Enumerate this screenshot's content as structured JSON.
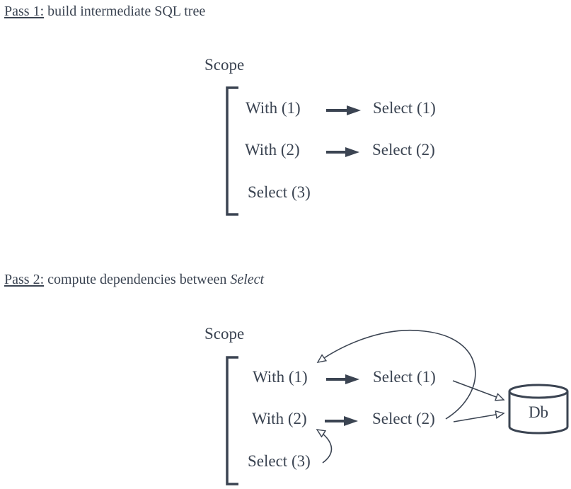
{
  "pass1": {
    "prefix": "Pass 1:",
    "text": " build intermediate SQL tree",
    "scope": "Scope",
    "with1": "With (1)",
    "select1": "Select (1)",
    "with2": "With (2)",
    "select2": "Select (2)",
    "select3": "Select (3)"
  },
  "pass2": {
    "prefix": "Pass 2:",
    "text": " compute dependencies between ",
    "emph": "Select",
    "scope": "Scope",
    "with1": "With (1)",
    "select1": "Select (1)",
    "with2": "With (2)",
    "select2": "Select (2)",
    "select3": "Select (3)",
    "db": "Db"
  },
  "colors": {
    "ink": "#3b4452",
    "background": "#ffffff"
  }
}
